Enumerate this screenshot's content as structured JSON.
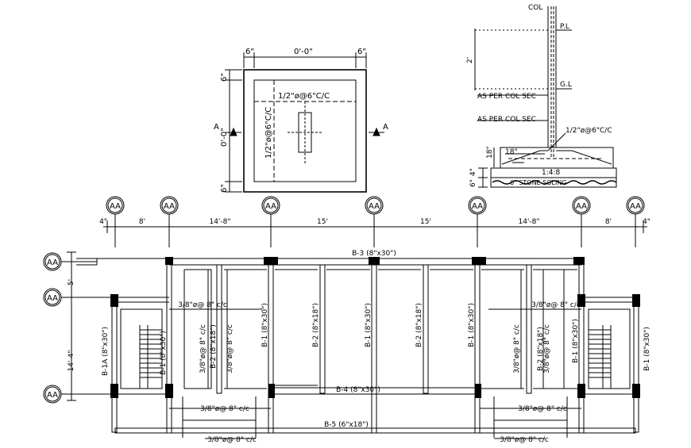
{
  "footing_plan": {
    "top_dims": [
      "6\"",
      "0'-0\"",
      "6\""
    ],
    "side_dims": [
      "6\"",
      "0'-0\"",
      "6\""
    ],
    "rebar_h": "1/2\"ø@6\"C/C",
    "rebar_v": "1/2\"ø@6\"C/C",
    "section_left": "A",
    "section_right": "A"
  },
  "footing_section": {
    "col": "COL",
    "pl": "P.L",
    "gl": "G.L",
    "dim_2ft": "2'",
    "note1": "AS PER COL SEC",
    "note2": "AS PER COL SEC",
    "rebar": "1/2\"ø@6\"C/C",
    "dim_18a": "18\"",
    "dim_18b": "18\"",
    "mix": "1:4:8",
    "dim_4": "4\"",
    "dim_6": "6\"",
    "soling": "6\" STONE SOLING"
  },
  "grid": {
    "bubble_label": "AA",
    "spacings": [
      "4\"",
      "8'",
      "14'-8\"",
      "15'",
      "15'",
      "14'-8\"",
      "8'",
      "4\""
    ],
    "left_dims": [
      "5'",
      "14'-4\""
    ]
  },
  "beams": {
    "b3": "B-3 (8\"x30\")",
    "b4": "B-4 (8\"x30\")",
    "b5": "B-5 (6\"x18\")",
    "b1a": "B-1A (8\"x30\")",
    "b1_left_inner": "B-1 (8\"x30\")",
    "b1_mid1": "B-1 (8\"x30\")",
    "b2_mid1": "B-2 (8\"x18\")",
    "b1_center": "B-1 (8\"x30\")",
    "b2_mid2": "B-2 (8\"x18\")",
    "b1_mid2": "B-1 (8\"x30\")",
    "b2_left": "B-2 (8\"x18\")",
    "b2_right": "B-2 (8\"x18\")",
    "b1_right_inner": "B-1 (8\"x30\")",
    "b1_right": "B-1 (8\"x30\")"
  },
  "rebar_notes": {
    "top_left": "3/8\"ø@ 8\" c/c",
    "top_right": "3/8\"ø@ 8\" c/c",
    "v_left1": "3/8\"ø@ 8\" c/c",
    "v_left2": "3/8\"ø@ 8\" c/c",
    "v_right1": "3/8\"ø@ 8\" c/c",
    "v_right2": "3/8\"ø@ 8\" c/c",
    "bot_left1": "3/8\"ø@ 8\" c/c",
    "bot_left2": "3/8\"ø@ 8\" c/c",
    "bot_right1": "3/8\"ø@ 8\" c/c",
    "bot_right2": "3/8\"ø@ 8\" c/c"
  }
}
